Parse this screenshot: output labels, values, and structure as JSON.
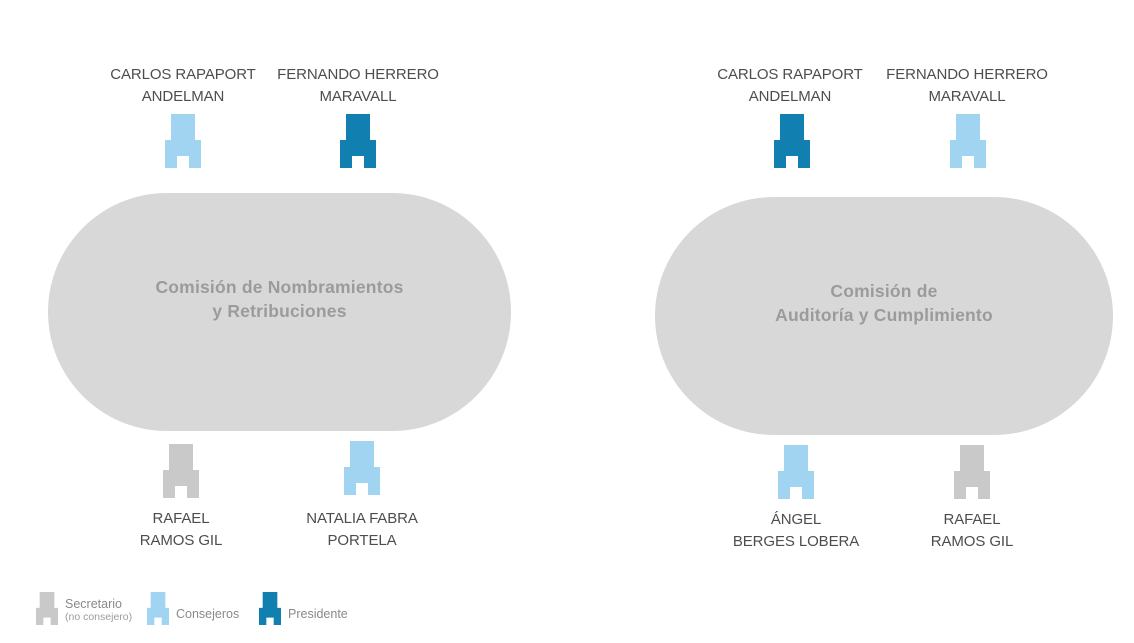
{
  "colors": {
    "presidente": "#117fb0",
    "consejero": "#a1d4f0",
    "secretario": "#c9c9c9",
    "table": "#d8d8d8",
    "name_text": "#4d4d4d",
    "title_text": "#9b9b9b"
  },
  "committees": [
    {
      "title_lines": [
        "Comisión de Nombramientos",
        "y Retribuciones"
      ],
      "top_seats": [
        {
          "name_lines": [
            "CARLOS RAPAPORT",
            "ANDELMAN"
          ],
          "role": "Consejeros",
          "color": "#a1d4f0"
        },
        {
          "name_lines": [
            "FERNANDO HERRERO",
            "MARAVALL"
          ],
          "role": "Presidente",
          "color": "#117fb0"
        }
      ],
      "bottom_seats": [
        {
          "name_lines": [
            "RAFAEL",
            "RAMOS GIL"
          ],
          "role": "Secretario (no consejero)",
          "color": "#c9c9c9"
        },
        {
          "name_lines": [
            "NATALIA FABRA",
            "PORTELA"
          ],
          "role": "Consejeros",
          "color": "#a1d4f0"
        }
      ]
    },
    {
      "title_lines": [
        "Comisión de",
        "Auditoría y Cumplimiento"
      ],
      "top_seats": [
        {
          "name_lines": [
            "CARLOS RAPAPORT",
            "ANDELMAN"
          ],
          "role": "Presidente",
          "color": "#117fb0"
        },
        {
          "name_lines": [
            "FERNANDO HERRERO",
            "MARAVALL"
          ],
          "role": "Consejeros",
          "color": "#a1d4f0"
        }
      ],
      "bottom_seats": [
        {
          "name_lines": [
            "ÁNGEL",
            "BERGES LOBERA"
          ],
          "role": "Consejeros",
          "color": "#a1d4f0"
        },
        {
          "name_lines": [
            "RAFAEL",
            "RAMOS GIL"
          ],
          "role": "Secretario (no consejero)",
          "color": "#c9c9c9"
        }
      ]
    }
  ],
  "legend": {
    "items": [
      {
        "label": "Secretario",
        "sublabel": "(no consejero)",
        "color": "#c9c9c9"
      },
      {
        "label": "Consejeros",
        "color": "#a1d4f0"
      },
      {
        "label": "Presidente",
        "color": "#117fb0"
      }
    ]
  }
}
